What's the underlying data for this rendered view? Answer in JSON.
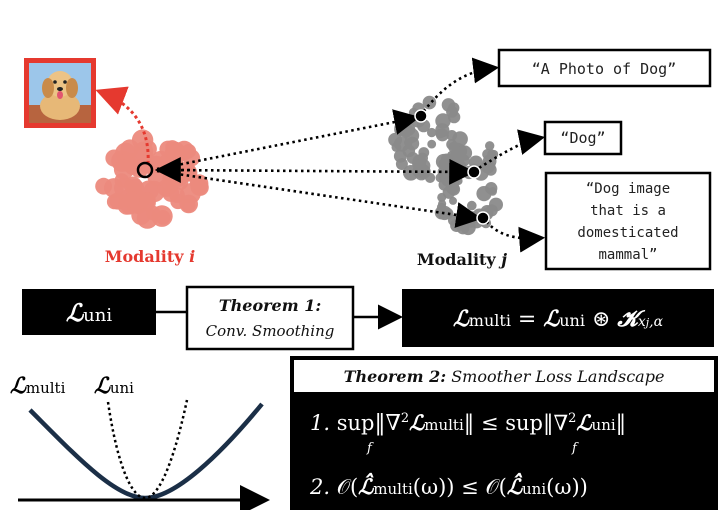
{
  "modality_i": {
    "label": "Modality i",
    "color": "#e5392f",
    "cloud_color": "#ec8a7d"
  },
  "modality_j": {
    "label": "Modality j",
    "cloud_color": "#8a8a8a"
  },
  "captions": {
    "photo": "“A Photo of Dog”",
    "dog": "“Dog”",
    "long_lines": [
      "“Dog image",
      "that is a",
      "domesticated",
      "mammal”"
    ]
  },
  "flow": {
    "uni_loss": "ℒuni",
    "theorem1_title": "Theorem 1:",
    "theorem1_sub": "Conv. Smoothing",
    "multi_formula": "ℒmulti = ℒuni ⊛ 𝓦xj,α"
  },
  "curves": {
    "multi_label": "ℒmulti",
    "uni_label": "ℒuni"
  },
  "theorem2": {
    "title_bold": "Theorem 2:",
    "title_rest": " Smoother Loss Landscape",
    "line1": "1. sup‖∇²ℒmulti‖ ≤ sup‖∇²ℒuni‖",
    "line2": "2. 𝒪(ℒ̂multi(ω)) ≤ 𝒪(ℒ̂uni(ω))"
  }
}
